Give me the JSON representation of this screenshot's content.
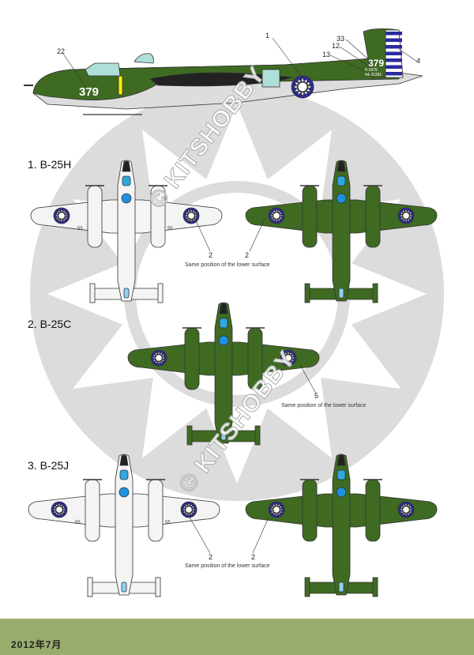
{
  "colors": {
    "green": "#3f6a22",
    "white_plane": "#f4f4f4",
    "grey_emblem": "#dcdcdc",
    "roundel_blue": "#2a2aa0",
    "turret_blue": "#1e90e0",
    "footer": "#98ad6c"
  },
  "variants": [
    {
      "label": "1. B-25H",
      "note": "Same position of the lower surface",
      "callouts": [
        "2",
        "2"
      ]
    },
    {
      "label": "2. B-25C",
      "note": "Same position of the lower surface",
      "callouts": [
        "5"
      ]
    },
    {
      "label": "3. B-25J",
      "note": "Same position of the lower surface",
      "callouts": [
        "2",
        "2"
      ]
    }
  ],
  "side_view": {
    "nose_number": "379",
    "tail_number": "379",
    "serial_1": "8-3979",
    "serial_2": "44-31381",
    "callouts": [
      "22",
      "1",
      "33",
      "12",
      "13",
      "4"
    ]
  },
  "wing_code": "55",
  "watermark": "© KITSHOBBY",
  "footer": {
    "date": "2012年7月"
  }
}
